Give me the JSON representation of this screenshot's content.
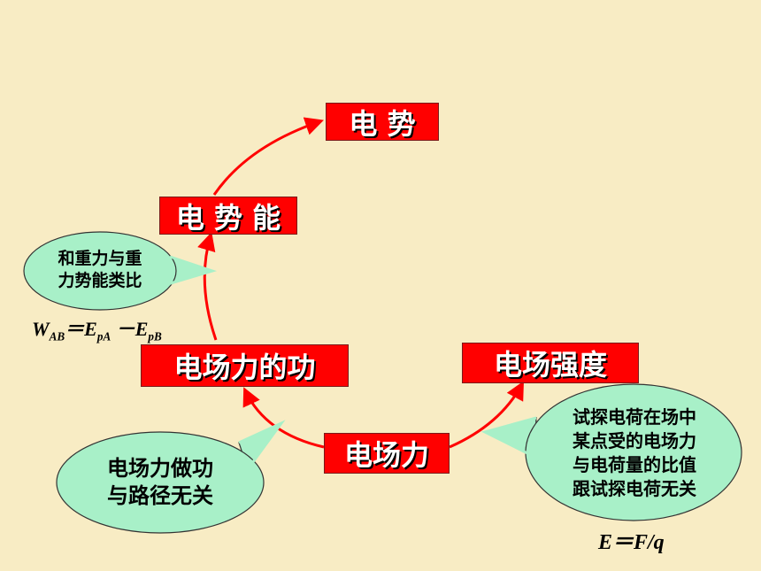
{
  "colors": {
    "background": "#f8ecc4",
    "box": "#ff0000",
    "arrow": "#ff0000",
    "bubble": "#a8f0c8"
  },
  "boxes": {
    "dianshi": "电 势",
    "dianshineng": "电 势 能",
    "work": "电场力的功",
    "field_strength": "电场强度",
    "force": "电场力"
  },
  "bubbles": {
    "gravity_analogy": [
      "和重力与重",
      "力势能类比"
    ],
    "path_independent": [
      "电场力做功",
      "与路径无关"
    ],
    "definition": [
      "试探电荷在场中",
      "某点受的电场力",
      "与电荷量的比值",
      "跟试探电荷无关"
    ]
  },
  "formulas": {
    "work_W": "W",
    "work_W_sub": "AB",
    "work_eq": "＝E",
    "work_E1_sub": "pA",
    "work_minus": " －E",
    "work_E2_sub": "pB",
    "field": "E＝F/q"
  }
}
